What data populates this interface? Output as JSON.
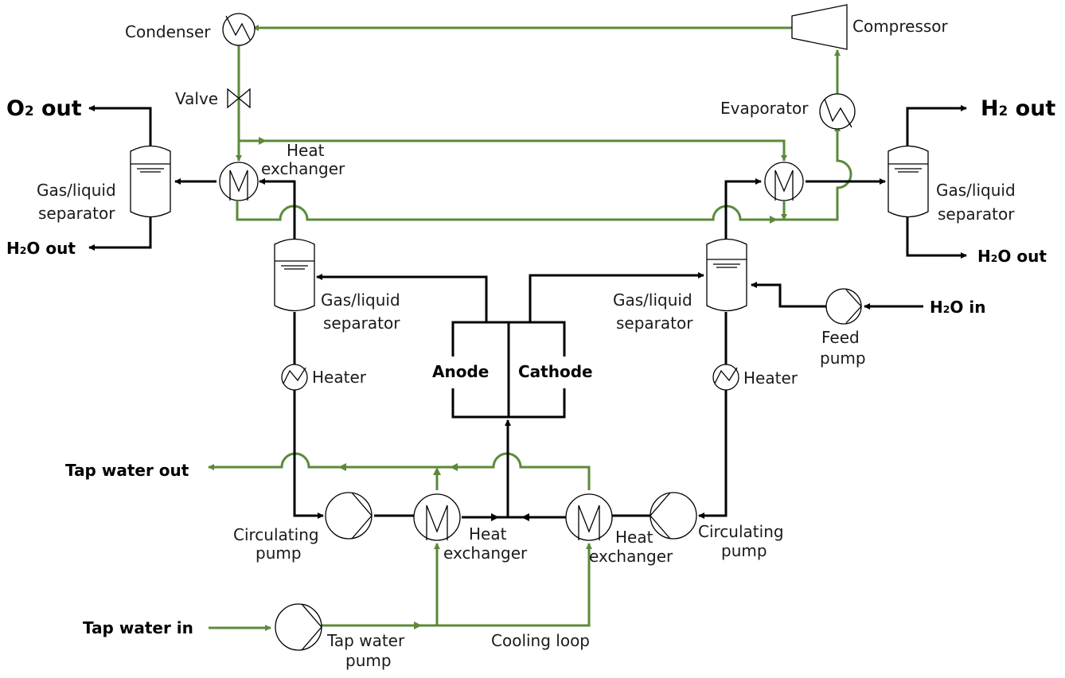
{
  "colors": {
    "process_line": "#000000",
    "coolant_line": "#5b8a3a",
    "background": "#ffffff"
  },
  "labels": {
    "condenser": "Condenser",
    "compressor": "Compressor",
    "valve": "Valve",
    "evaporator": "Evaporator",
    "o2_out_main": "O",
    "o2_out_sub": "2",
    "o2_out_tail": " out",
    "h2_out_main": "H",
    "h2_out_sub": "2",
    "h2_out_tail": " out",
    "h2o_out_left_main": "H",
    "h2o_out_left_sub": "2",
    "h2o_out_left_tail": "O out",
    "h2o_out_right_main": "H",
    "h2o_out_right_sub": "2",
    "h2o_out_right_tail": "O out",
    "h2o_in_main": "H",
    "h2o_in_sub": "2",
    "h2o_in_tail": "O in",
    "hx_top_left": [
      "Heat",
      "exchanger"
    ],
    "sep_top_left": [
      "Gas/liquid",
      "separator"
    ],
    "sep_top_right": [
      "Gas/liquid",
      "separator"
    ],
    "sep_mid_left": [
      "Gas/liquid",
      "separator"
    ],
    "sep_mid_right": [
      "Gas/liquid",
      "separator"
    ],
    "heater_left": "Heater",
    "heater_right": "Heater",
    "anode": "Anode",
    "cathode": "Cathode",
    "feed_pump": [
      "Feed",
      "pump"
    ],
    "tap_water_out": "Tap water out",
    "tap_water_in": "Tap water in",
    "circ_pump_left": [
      "Circulating",
      "pump"
    ],
    "circ_pump_right": [
      "Circulating",
      "pump"
    ],
    "hx_bottom_left": [
      "Heat",
      "exchanger"
    ],
    "hx_bottom_right": [
      "Heat",
      "exchanger"
    ],
    "tap_water_pump": [
      "Tap water",
      "pump"
    ],
    "cooling_loop": "Cooling loop"
  }
}
